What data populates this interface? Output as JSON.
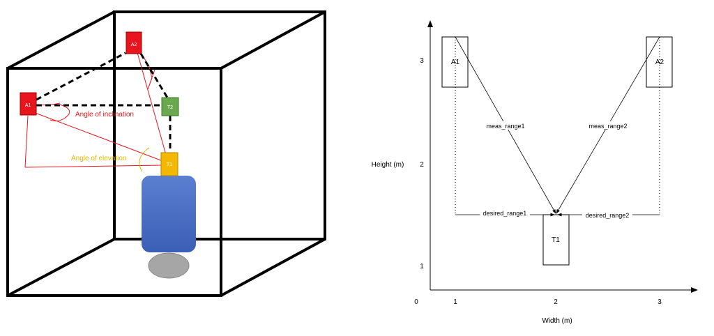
{
  "left_diagram": {
    "anchor_a1": "A1",
    "anchor_a2": "A2",
    "tag_t1": "T1",
    "tag_t2": "T2",
    "angle_inclination": "Angle of inclination",
    "angle_elevation": "Angle of elevation",
    "colors": {
      "anchor": "#e8141e",
      "tag_t2": "#6aa84f",
      "tag_t1": "#f5b800",
      "body": "#4f73c9",
      "base": "#a6a6a6",
      "inclination_text": "#e8141e",
      "elevation_text": "#e6b800"
    }
  },
  "right_diagram": {
    "x_label": "Width (m)",
    "y_label": "Height (m)",
    "x_ticks": [
      "0",
      "1",
      "2",
      "3"
    ],
    "y_ticks": [
      "1",
      "2",
      "3"
    ],
    "box_a1": "A1",
    "box_a2": "A2",
    "box_t1": "T1",
    "meas_range1": "meas_range1",
    "meas_range2": "meas_range2",
    "desired_range1": "desired_range1",
    "desired_range2": "desired_range2"
  }
}
